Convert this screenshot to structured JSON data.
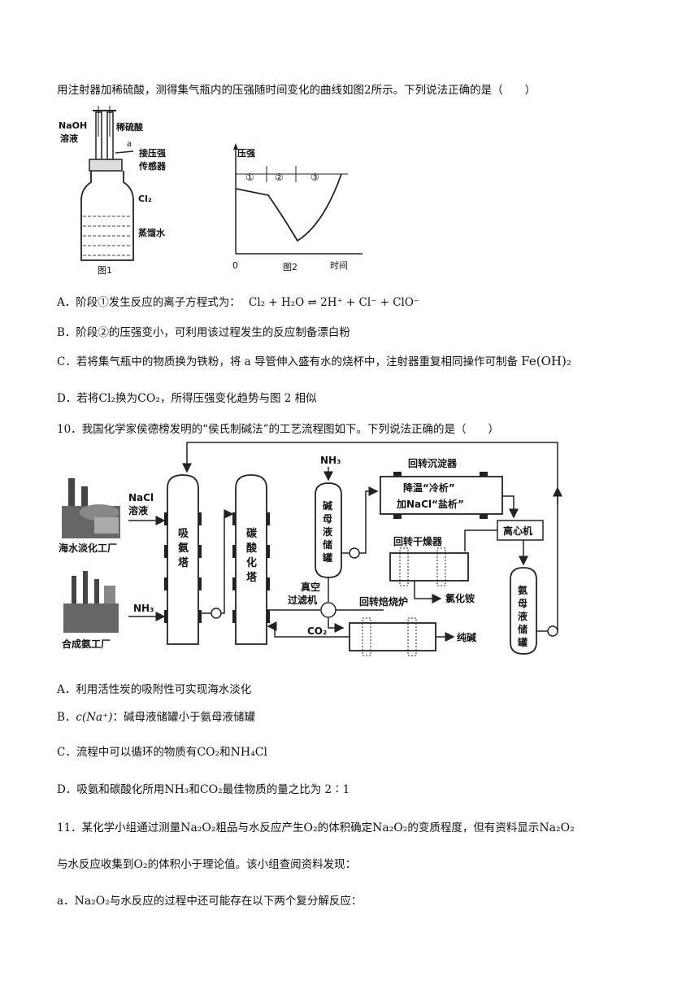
{
  "q9": {
    "intro": "用注射器加稀硫酸，测得集气瓶内的压强随时间变化的曲线如图2所示。下列说法正确的是（　　）",
    "fig1": {
      "naoh": "NaOH",
      "solution": "溶液",
      "acid": "稀硫酸",
      "tube_a": "a",
      "sensor1": "接压强",
      "sensor2": "传感器",
      "cl2": "Cl₂",
      "water": "蒸馏水",
      "caption": "图1"
    },
    "fig2": {
      "ylabel": "压强",
      "xlabel": "时间",
      "origin": "0",
      "stage1": "①",
      "stage2": "②",
      "stage3": "③",
      "caption": "图2"
    },
    "optA": "A．阶段①发生反应的离子方程式为：",
    "optA_eq": "Cl₂ + H₂O ⇌ 2H⁺ + Cl⁻ + ClO⁻",
    "optB": "B．阶段②的压强变小，可利用该过程发生的反应制备漂白粉",
    "optC": "C．若将集气瓶中的物质换为铁粉，将 a 导管伸入盛有水的烧杯中，注射器重复相同操作可制备",
    "optC_eq": "Fe(OH)₂",
    "optD_pre": "D．若将",
    "optD_f1": "Cl₂",
    "optD_mid": "换为",
    "optD_f2": "CO₂",
    "optD_post": "，所得压强变化趋势与图 2 相似"
  },
  "q10": {
    "stem": "10．我国化学家侯德榜发明的“侯氏制碱法”的工艺流程图如下。下列说法正确的是（　　）",
    "diagram": {
      "nacl1": "NaCl",
      "nacl2": "溶液",
      "seawater_plant": "海水淡化工厂",
      "nh3_in": "NH₃",
      "ammonia_plant": "合成氨工厂",
      "absorber": [
        "吸",
        "氨",
        "塔"
      ],
      "carbonator": [
        "碳",
        "酸",
        "化",
        "塔"
      ],
      "nh3_top": "NH₃",
      "mother_tank": [
        "碱",
        "母",
        "液",
        "储",
        "罐"
      ],
      "settler": "回转沉淀器",
      "cool1": "降温“冷析”",
      "cool2": "加NaCl“盐析”",
      "centrifuge": "离心机",
      "dryer": "回转干燥器",
      "nh4cl": "氯化铵",
      "vacuum1": "真空",
      "vacuum2": "过滤机",
      "furnace": "回转焙烧炉",
      "co2": "CO₂",
      "soda": "纯碱",
      "ammonia_tank": [
        "氨",
        "母",
        "液",
        "储",
        "罐"
      ]
    },
    "optA": "A．利用活性炭的吸附性可实现海水淡化",
    "optB_pre": "B．",
    "optB_eq": "c(Na⁺)",
    "optB_post": "：碱母液储罐小于氨母液储罐",
    "optC_pre": "C．流程中可以循环的物质有",
    "optC_f1": "CO₂",
    "optC_mid": "和",
    "optC_f2": "NH₄Cl",
    "optD_pre": "D．吸氨和碳酸化所用",
    "optD_f1": "NH₃",
    "optD_mid": "和",
    "optD_f2": "CO₂",
    "optD_post": "最佳物质的量之比为 2∶1"
  },
  "q11": {
    "l1_a": "11．某化学小组通过测量",
    "l1_f1": "Na₂O₂",
    "l1_b": "粗品与水反应产生",
    "l1_f2": "O₂",
    "l1_c": "的体积确定",
    "l1_f3": "Na₂O₂",
    "l1_d": "的变质程度，但有资料显示",
    "l1_f4": "Na₂O₂",
    "l2_a": "与水反应收集到",
    "l2_f1": "O₂",
    "l2_b": "的体积小于理论值。该小组查阅资料发现：",
    "l3_a": "a．",
    "l3_f1": "Na₂O₂",
    "l3_b": "与水反应的过程中还可能存在以下两个复分解反应："
  }
}
